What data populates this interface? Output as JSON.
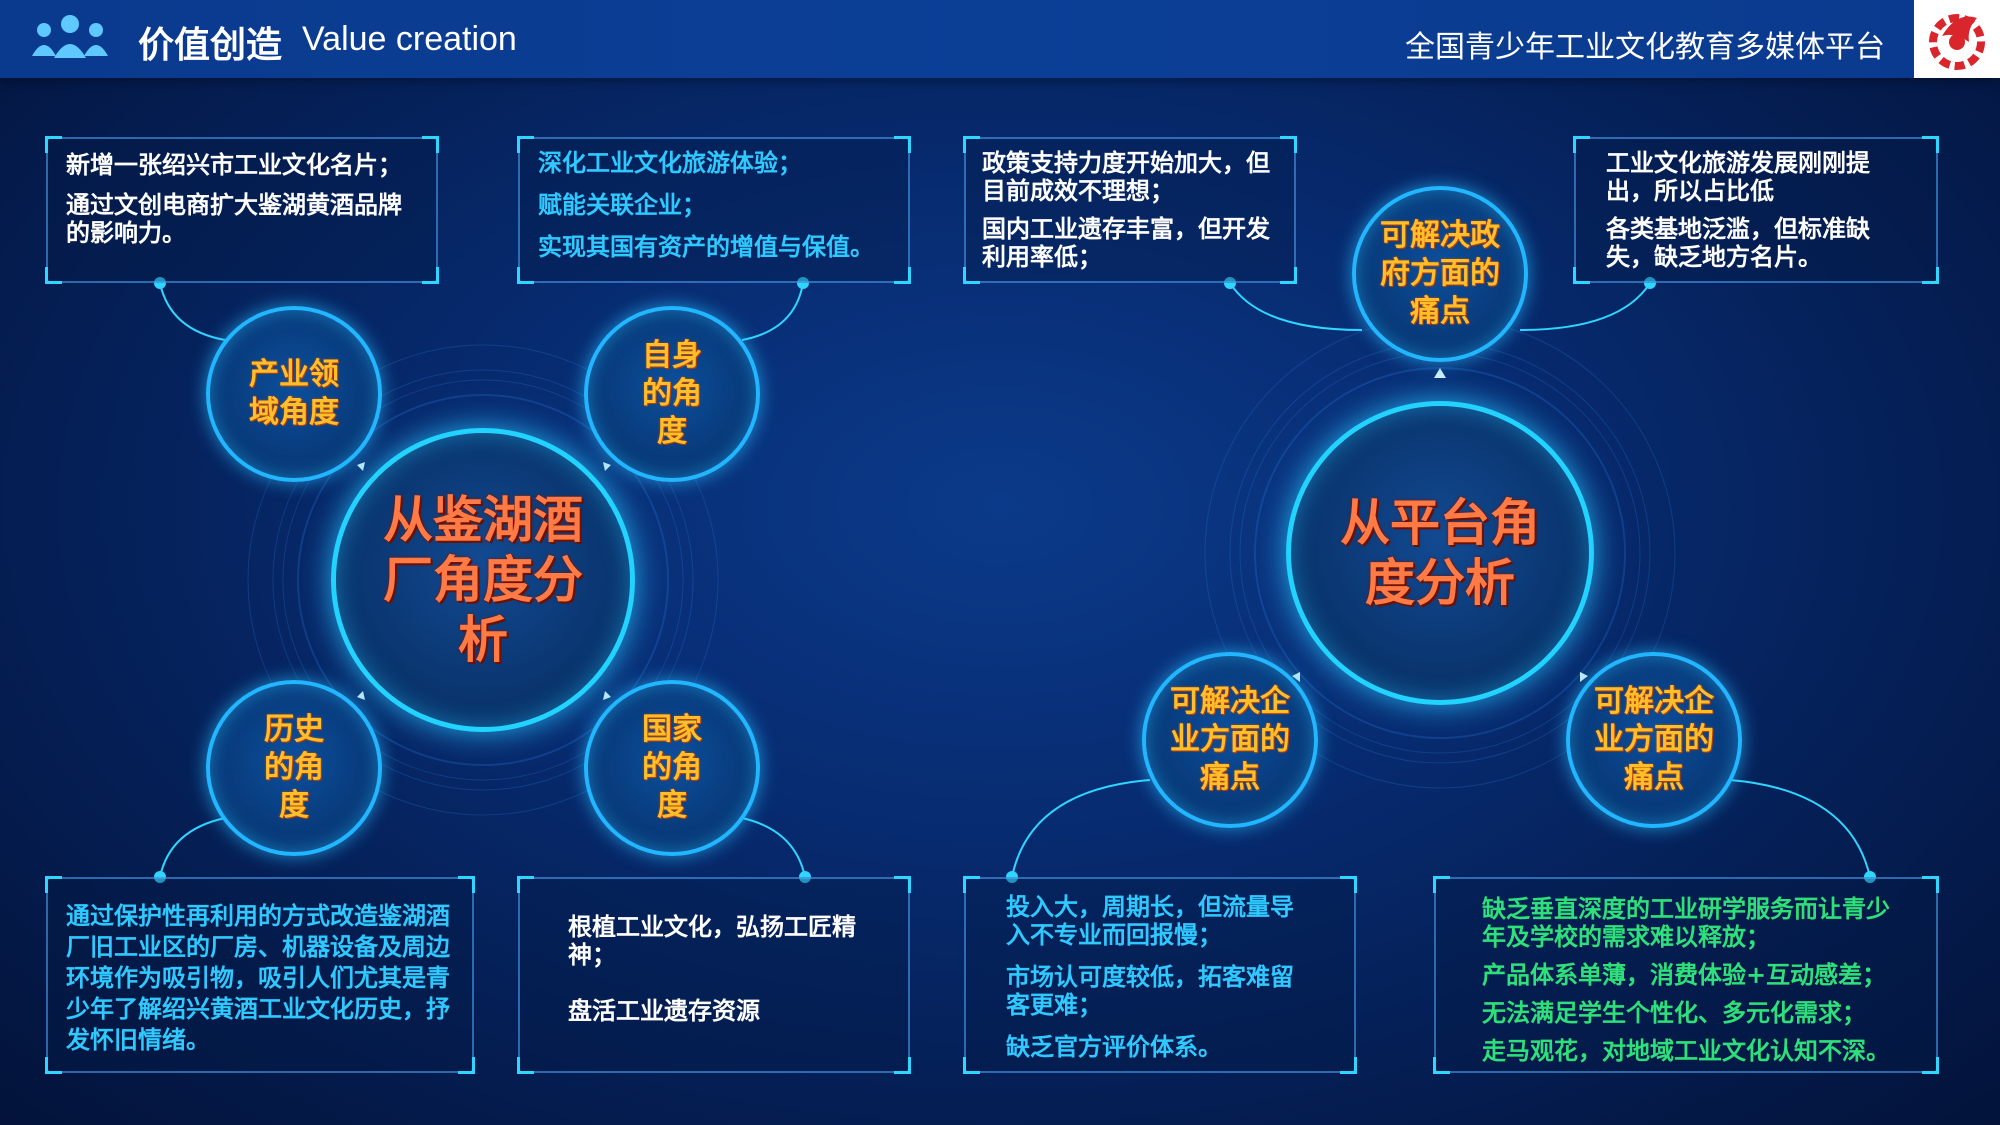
{
  "header": {
    "title_cn": "价值创造",
    "title_en": "Value creation",
    "platform": "全国青少年工业文化教育多媒体平台"
  },
  "colors": {
    "accent_cyan": "#22d2ff",
    "circle_text": "#ffbe2a",
    "center_text": "#ff7a45",
    "text_green": "#2fe07a",
    "text_cyan": "#2fc8ff"
  },
  "left": {
    "center": "从鉴湖酒厂角度分析",
    "nodes": [
      {
        "label": "产业领域角度",
        "lines": [
          "新增一张绍兴市工业文化名片；",
          "通过文创电商扩大鉴湖黄酒品牌的影响力。"
        ]
      },
      {
        "label": "自身的角度",
        "lines": [
          "深化工业文化旅游体验；",
          "赋能关联企业；",
          "实现其国有资产的增值与保值。"
        ]
      },
      {
        "label": "历史的角度",
        "lines": [
          "通过保护性再利用的方式改造鉴湖酒厂旧工业区的厂房、机器设备及周边环境作为吸引物，吸引人们尤其是青少年了解绍兴黄酒工业文化历史，抒发怀旧情绪。"
        ]
      },
      {
        "label": "国家的角度",
        "lines": [
          "根植工业文化，弘扬工匠精神；",
          "盘活工业遗存资源"
        ]
      }
    ]
  },
  "right": {
    "center": "从平台角度分析",
    "nodes": [
      {
        "label": "可解决政府方面的痛点",
        "left_lines": [
          "政策支持力度开始加大，但目前成效不理想；",
          "国内工业遗存丰富，但开发利用率低；"
        ],
        "right_lines": [
          "工业文化旅游发展刚刚提出，所以占比低",
          "各类基地泛滥，但标准缺失，缺乏地方名片。"
        ]
      },
      {
        "label": "可解决企业方面的痛点",
        "lines": [
          "投入大，周期长，但流量导入不专业而回报慢；",
          "市场认可度较低，拓客难留客更难；",
          "缺乏官方评价体系。"
        ]
      },
      {
        "label": "可解决企业方面的痛点",
        "lines": [
          "缺乏垂直深度的工业研学服务而让青少年及学校的需求难以释放；",
          "产品体系单薄，消费体验+互动感差；",
          "无法满足学生个性化、多元化需求；",
          "走马观花，对地域工业文化认知不深。"
        ]
      }
    ]
  }
}
